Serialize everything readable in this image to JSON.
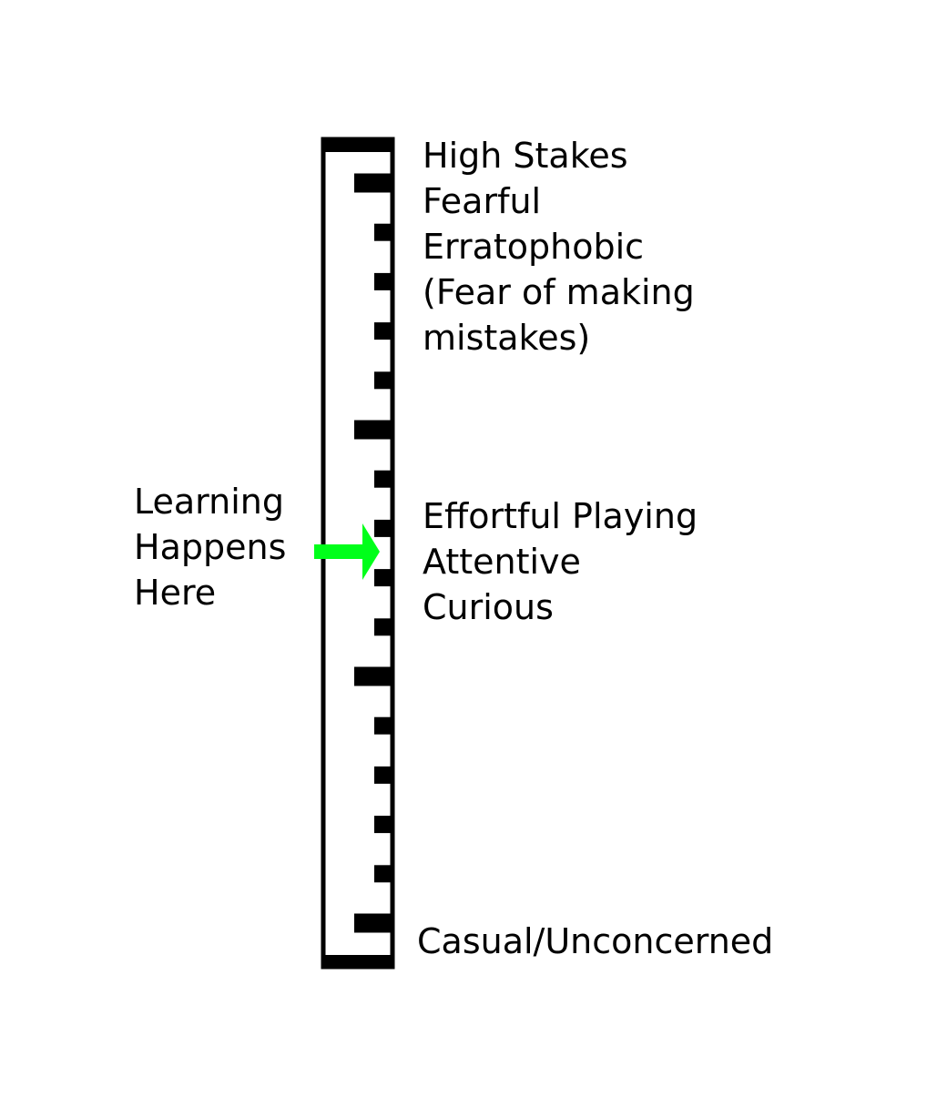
{
  "scale": {
    "top_labels": [
      "High Stakes",
      "Fearful",
      "Erratophobic",
      "(Fear of making",
      "mistakes)"
    ],
    "middle_labels": [
      "Effortful Playing",
      "Attentive",
      "Curious"
    ],
    "bottom_label": "Casual/Unconcerned",
    "marker_labels": [
      "Learning",
      "Happens",
      "Here"
    ],
    "colors": {
      "ink": "#000000",
      "arrow": "#00ff1a",
      "background": "#ffffff"
    }
  }
}
